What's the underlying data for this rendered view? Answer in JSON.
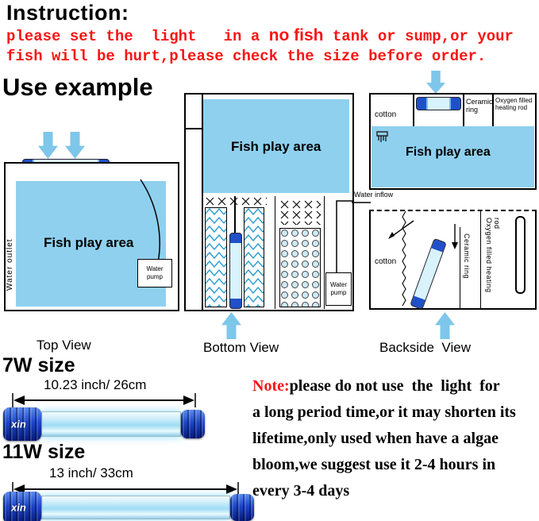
{
  "colors": {
    "water_blue": "#8fd0ef",
    "arrow_blue": "#7ec6ea",
    "warning_red": "#f81414",
    "lamp_cap_blue": "#1c46c8",
    "lamp_glow_blue": "#c9ecfa"
  },
  "header": {
    "title": "Instruction:",
    "warning": {
      "line1_pre": "please set the  light   in a ",
      "line1_emphasis": "no fish",
      "line1_post": " tank or sump,or your",
      "line2": "fish will be hurt,please check the size before order."
    }
  },
  "section_title": "Use example",
  "top_view": {
    "label": "Top View",
    "fish_area": "Fish play area",
    "water_outlet": "Water outlet",
    "water_pump": "Water pump"
  },
  "bottom_view": {
    "label": "Bottom View",
    "fish_area": "Fish play area",
    "water_pump": "Water pump"
  },
  "backside_view": {
    "label": "Backside  View",
    "fish_area": "Fish play area",
    "cotton_top": "cotton",
    "ceramic_ring_top": "Ceramic ring",
    "oxygen_rod_top": "Oxygen filled heating rod",
    "water_inflow": "Water inflow",
    "cotton_side": "cotton",
    "ceramic_ring_side": "Ceramic ring",
    "oxygen_rod_side": "Oxygen filled heating rod"
  },
  "size_7w": {
    "title": "7W size",
    "measurement": "10.23 inch/ 26cm",
    "brand": "xin"
  },
  "size_11w": {
    "title": "11W size",
    "measurement": "13 inch/ 33cm",
    "brand": "xin"
  },
  "note": {
    "label": "Note:",
    "lines": [
      "please do not use  the  light  for",
      "a long period time,or it may shorten its",
      "lifetime,only used when have a algae",
      "bloom,we suggest use it 2-4 hours in",
      "every 3-4 days"
    ]
  }
}
